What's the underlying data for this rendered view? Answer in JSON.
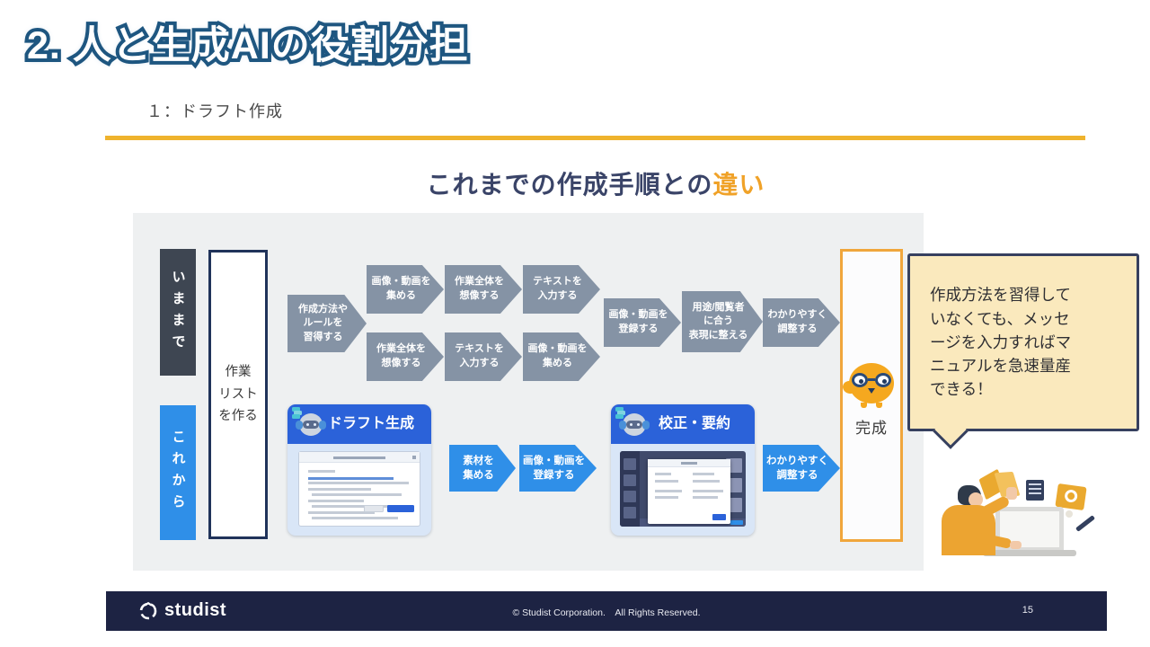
{
  "slide": {
    "title": "2. 人と生成AIの役割分担",
    "section_label": "１：ドラフト作成",
    "heading_main": "これまでの作成手順との",
    "heading_accent": "違い"
  },
  "diagram": {
    "lane_old": "いままで",
    "lane_new": "これから",
    "task_list_box": "作業\nリスト\nを作る",
    "old_flow": {
      "start": "作成方法や\nルールを\n習得する",
      "row1": [
        "画像・動画を\n集める",
        "作業全体を\n想像する",
        "テキストを\n入力する"
      ],
      "row2": [
        "作業全体を\n想像する",
        "テキストを\n入力する",
        "画像・動画を\n集める"
      ],
      "merge": [
        "画像・動画を\n登録する",
        "用途/閲覧者\nに合う\n表現に整える",
        "わかりやすく\n調整する"
      ]
    },
    "new_flow": {
      "card_draft_title": "ドラフト生成",
      "card_proof_title": "校正・要約",
      "arrows": [
        "素材を\n集める",
        "画像・動画を\n登録する",
        "わかりやすく\n調整する"
      ]
    },
    "done_label": "完成",
    "bubble_text": "作成方法を習得して\nいなくても、メッセ\nージを入力すればマ\nニュアルを急速量産\nできる！"
  },
  "footer": {
    "logo": "studist",
    "copyright": "© Studist Corporation.　All Rights Reserved.",
    "page": "15"
  },
  "colors": {
    "accent_yellow": "#EFB32D",
    "heading_navy": "#3A4468",
    "heading_accent": "#F0A228",
    "lane_old_bg": "#3E4652",
    "flow_blue": "#2F8FE8",
    "gray_arrow": "#8593A5",
    "card_header_blue": "#2B62D9",
    "done_border_orange": "#F0A63C",
    "bubble_bg": "#FAE9BD",
    "footer_navy": "#1D2343",
    "title_outline": "#1E5680"
  }
}
